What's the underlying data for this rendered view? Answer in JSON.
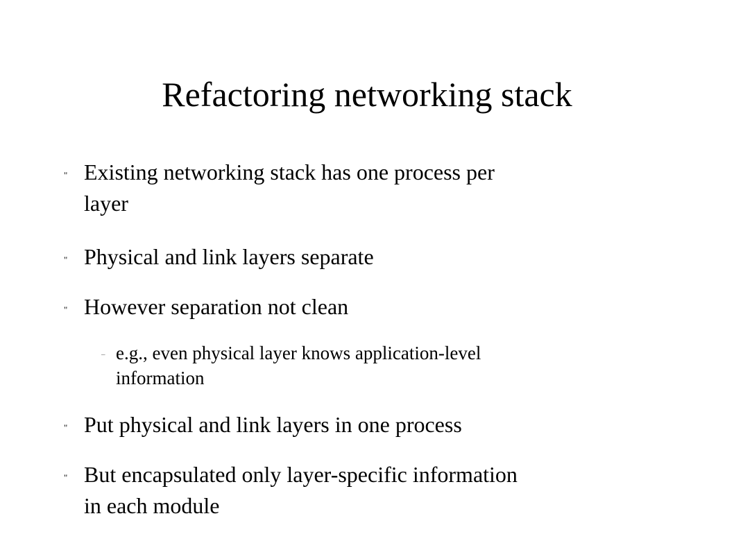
{
  "slide": {
    "title": "Refactoring networking stack",
    "bullets": [
      {
        "marker": "\"",
        "text": "Existing networking stack has one process per\nlayer"
      },
      {
        "marker": "\"",
        "text": "Physical and link layers separate"
      },
      {
        "marker": "\"",
        "text": "However separation not clean"
      },
      {
        "marker": "–",
        "text": "e.g., even physical layer knows application-level\ninformation"
      },
      {
        "marker": "\"",
        "text": "Put physical and link layers in one process"
      },
      {
        "marker": "\"",
        "text": "But encapsulated only layer-specific information\nin each module"
      }
    ]
  }
}
